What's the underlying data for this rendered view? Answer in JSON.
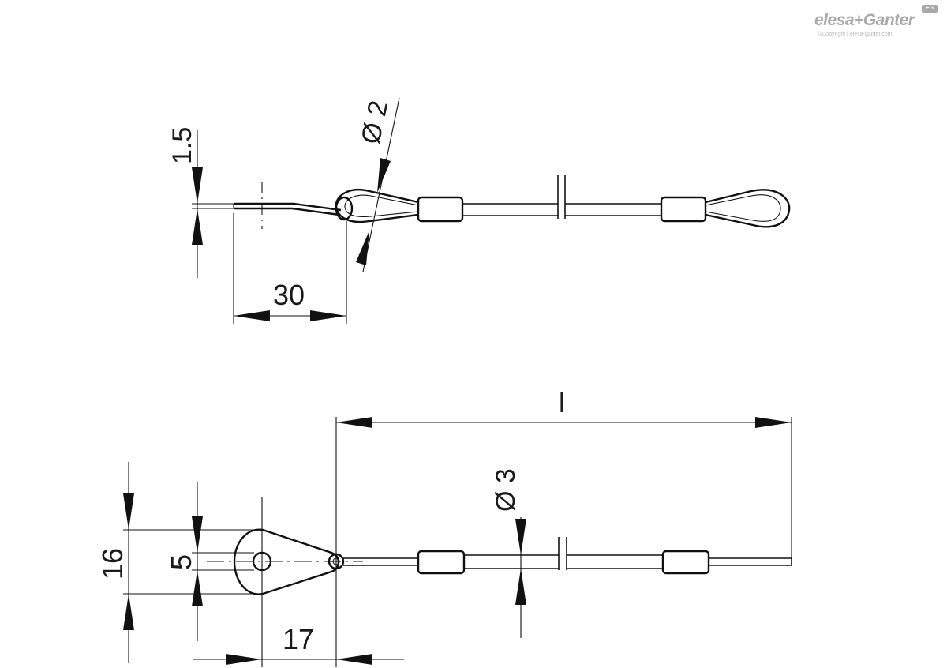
{
  "brand": {
    "name": "elesa+Ganter",
    "badge": "EG",
    "copyright": "©Copyright | elesa-ganter.com"
  },
  "top_view": {
    "dim_thickness": "1.5",
    "dim_length": "30",
    "dim_diameter": "Ø 2"
  },
  "bottom_view": {
    "dim_overall_length": "l",
    "dim_diameter": "Ø 3",
    "dim_width": "16",
    "dim_hole": "5",
    "dim_eye_length": "17"
  },
  "colors": {
    "line": "#111111",
    "brand": "#a7a9ac"
  }
}
